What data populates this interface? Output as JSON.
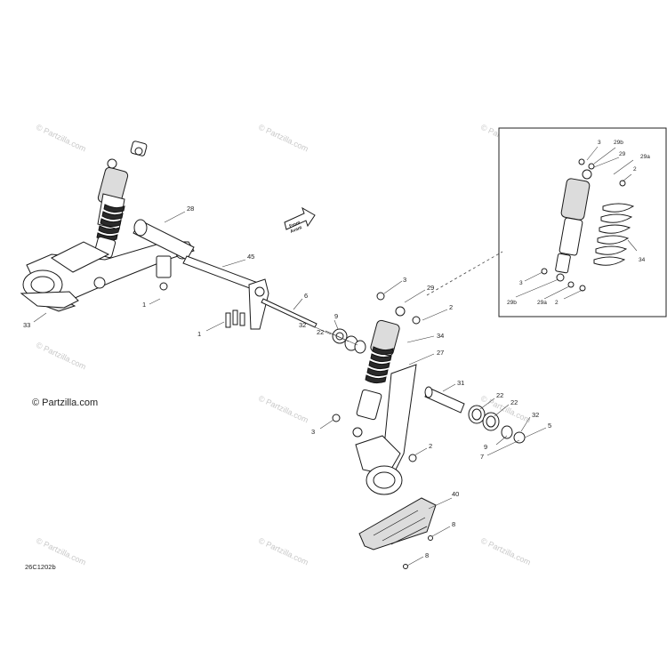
{
  "copyright": "© Partzilla.com",
  "watermark": "© Partzilla.com",
  "diagram_code": "26C1202b",
  "direction_arrow": {
    "line1": "Front",
    "line2": "Avant"
  },
  "callouts": [
    {
      "id": "c28",
      "label": "28"
    },
    {
      "id": "c45",
      "label": "45"
    },
    {
      "id": "c1a",
      "label": "1"
    },
    {
      "id": "c1b",
      "label": "1"
    },
    {
      "id": "c33",
      "label": "33"
    },
    {
      "id": "c6",
      "label": "6"
    },
    {
      "id": "c3a",
      "label": "3"
    },
    {
      "id": "c29",
      "label": "29"
    },
    {
      "id": "c2a",
      "label": "2"
    },
    {
      "id": "c9a",
      "label": "9"
    },
    {
      "id": "c32a",
      "label": "32"
    },
    {
      "id": "c22a",
      "label": "22"
    },
    {
      "id": "c34",
      "label": "34"
    },
    {
      "id": "c27",
      "label": "27"
    },
    {
      "id": "c31",
      "label": "31"
    },
    {
      "id": "c22b",
      "label": "22"
    },
    {
      "id": "c22c",
      "label": "22"
    },
    {
      "id": "c32b",
      "label": "32"
    },
    {
      "id": "c5",
      "label": "5"
    },
    {
      "id": "c9b",
      "label": "9"
    },
    {
      "id": "c7",
      "label": "7"
    },
    {
      "id": "c3b",
      "label": "3"
    },
    {
      "id": "c2b",
      "label": "2"
    },
    {
      "id": "c40",
      "label": "40"
    },
    {
      "id": "c8a",
      "label": "8"
    },
    {
      "id": "c8b",
      "label": "8"
    }
  ],
  "inset_callouts": [
    {
      "id": "i3a",
      "label": "3"
    },
    {
      "id": "i29b",
      "label": "29b"
    },
    {
      "id": "i29",
      "label": "29"
    },
    {
      "id": "i29a",
      "label": "29a"
    },
    {
      "id": "i2a",
      "label": "2"
    },
    {
      "id": "i34",
      "label": "34"
    },
    {
      "id": "i3b",
      "label": "3"
    },
    {
      "id": "i29b2",
      "label": "29b"
    },
    {
      "id": "i29a2",
      "label": "29a"
    },
    {
      "id": "i2b",
      "label": "2"
    }
  ]
}
